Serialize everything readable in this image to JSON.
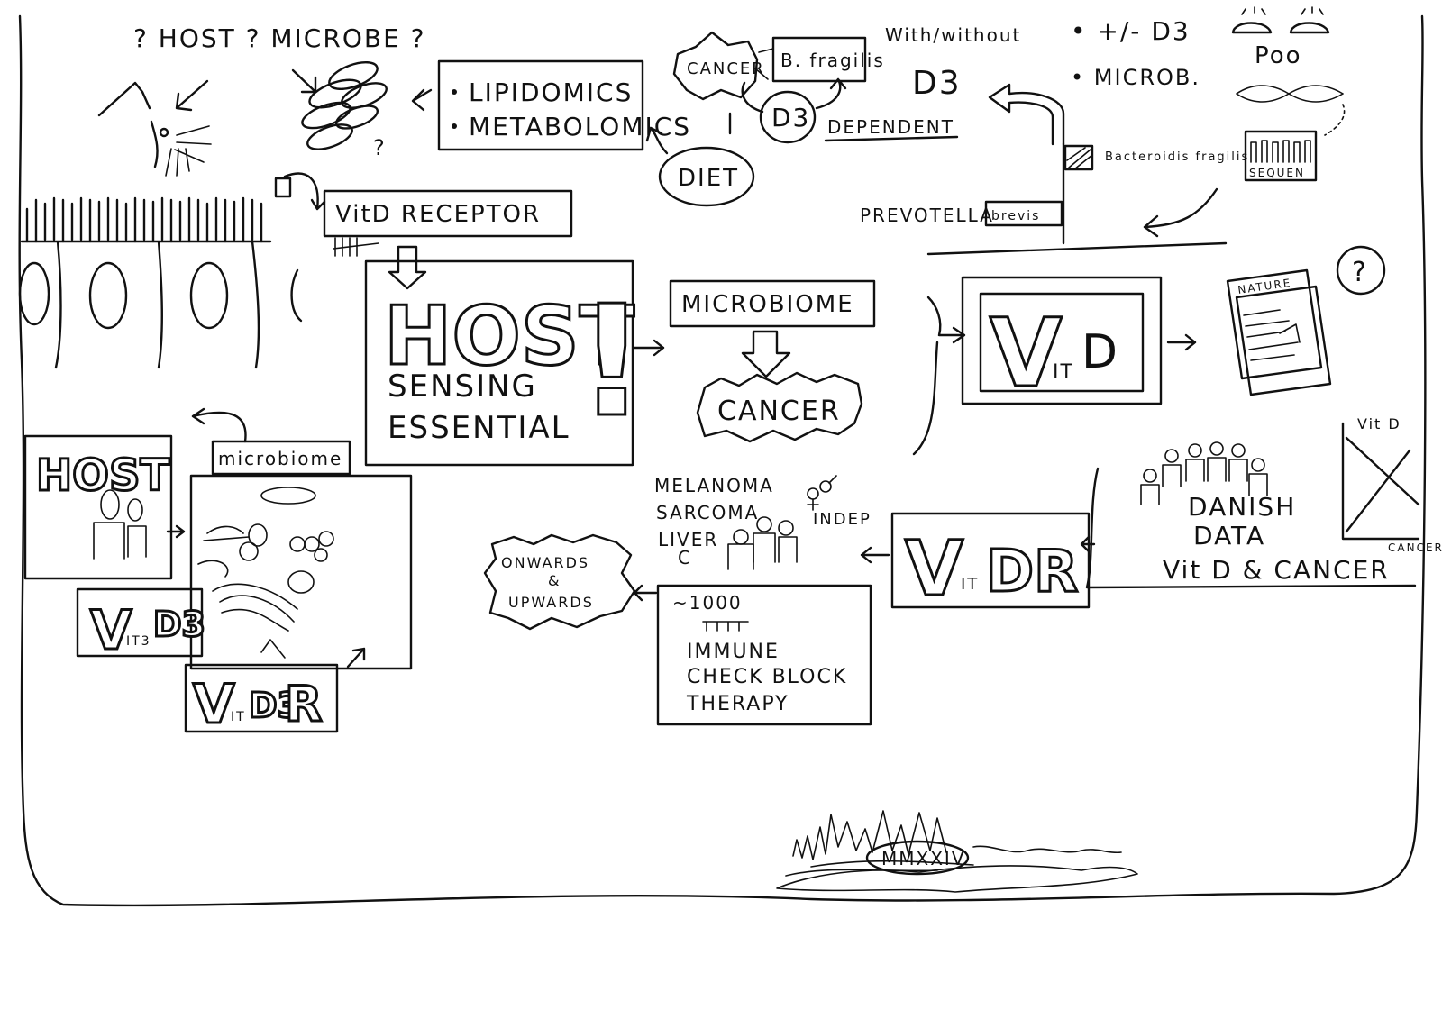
{
  "top": {
    "questions": "? HOST ? MICROBE ?",
    "question_mark": "?",
    "omics": [
      "LIPIDOMICS",
      "METABOLOMICS"
    ],
    "cancer_small": "CANCER",
    "b_fragilis": "B. fragilis",
    "d3": "D3",
    "dependent": "DEPENDENT",
    "diet": "DIET",
    "with_without": "With/without",
    "d3_big": "D3",
    "plus_minus_d3": "• +/- D3",
    "microb": "• MICROB.",
    "poo": "Poo",
    "sequen": "SEQUEN",
    "bacteroides": "Bacteroidis fragilis",
    "prevotella": "PREVOTELLA",
    "brevis": "brevis"
  },
  "center": {
    "vitd_receptor": "VitD RECEPTOR",
    "host_big": "HOST",
    "exclaim": "!",
    "sensing": "SENSING",
    "essential": "ESSENTIAL",
    "microbiome": "MICROBIOME",
    "cancer": "CANCER"
  },
  "right": {
    "vitd_v": "V",
    "vitd_it": "IT",
    "vitd_d": "D",
    "nature": "NATURE",
    "question": "?",
    "graph_y": "Vit D",
    "graph_x": "CANCER",
    "danish_data": [
      "DANISH",
      "DATA"
    ],
    "vitd_cancer": "Vit D & CANCER"
  },
  "vitdr_mid": {
    "v": "V",
    "it": "IT",
    "dr": "DR"
  },
  "patients": {
    "cancers": [
      "MELANOMA",
      "SARCOMA",
      "LIVER",
      "C"
    ],
    "indep": "INDEP",
    "onwards": [
      "ONWARDS",
      "&",
      "UPWARDS"
    ],
    "therapy": [
      "~1000",
      "IMMUNE",
      "CHECK BLOCK",
      "THERAPY"
    ]
  },
  "lower_left": {
    "host": "HOST",
    "microbiome": "microbiome",
    "vit3d3": {
      "v": "V",
      "it": "IT3",
      "d": "D3"
    },
    "vitd3r": {
      "v": "V",
      "it": "IT",
      "d": "D3",
      "r": "R"
    }
  },
  "signature": {
    "year": "MMXXIV"
  }
}
